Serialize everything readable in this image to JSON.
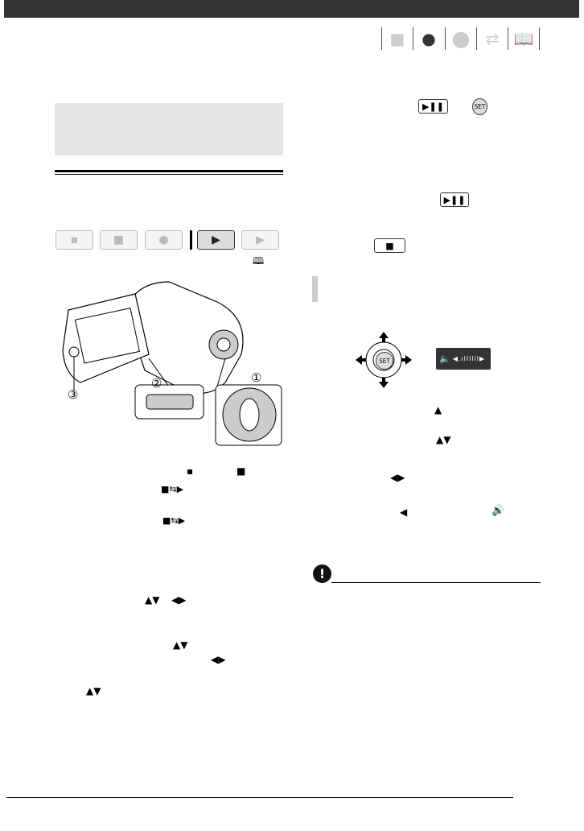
{
  "top_nav": {
    "icons": [
      "intro-box-icon",
      "video-camera-icon",
      "photo-camera-icon",
      "connection-arrows-icon",
      "book-icon"
    ],
    "active": "video-camera-icon"
  },
  "mode_buttons": {
    "icons": [
      "dual-shot-icon",
      "movie-record-icon",
      "photo-record-icon",
      "movie-playback-icon",
      "photo-playback-icon"
    ],
    "active": "movie-playback-icon"
  },
  "illustration": {
    "callouts": [
      "①",
      "②",
      "③"
    ]
  },
  "joystick": {
    "center_label": "SET"
  },
  "buttons": {
    "set_label": "SET"
  },
  "colors": {
    "header": "#333333",
    "shaded_box": "#e5e5e5",
    "section_bar": "#cccccc"
  }
}
